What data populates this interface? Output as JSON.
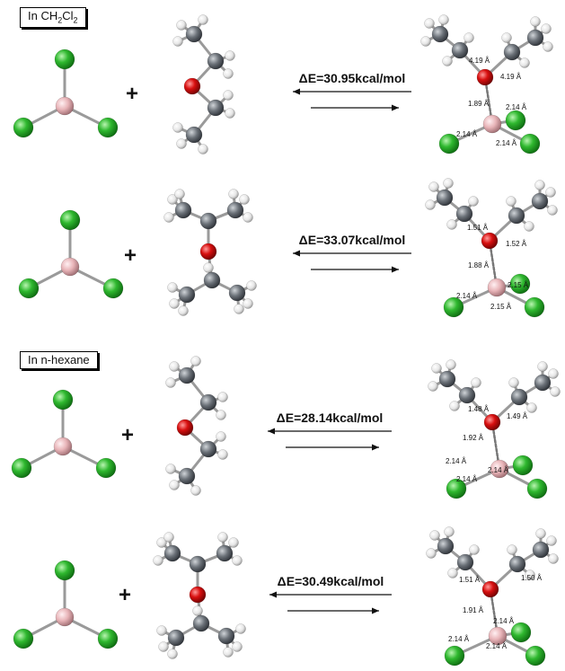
{
  "solvent_labels": {
    "ch2cl2_prefix": "In CH",
    "ch2cl2_sub1": "2",
    "ch2cl2_mid": "Cl",
    "ch2cl2_sub2": "2",
    "hexane": "In n-hexane"
  },
  "plus_sign": "+",
  "reactions": [
    {
      "energy": "ΔE=30.95kcal/mol",
      "distances": [
        "4.19 Å",
        "4.19 Å",
        "1.89 Å",
        "2.14 Å",
        "2.14 Å",
        "2.14 Å"
      ]
    },
    {
      "energy": "ΔE=33.07kcal/mol",
      "distances": [
        "1.51 Å",
        "1.52 Å",
        "1.88 Å",
        "2.15 Å",
        "2.14 Å",
        "2.15 Å"
      ]
    },
    {
      "energy": "ΔE=28.14kcal/mol",
      "distances": [
        "1.48 Å",
        "1.49 Å",
        "1.92 Å",
        "2.14 Å",
        "2.14 Å",
        "2.14 Å"
      ]
    },
    {
      "energy": "ΔE=30.49kcal/mol",
      "distances": [
        "1.51 Å",
        "1.50 Å",
        "1.91 Å",
        "2.14 Å",
        "2.14 Å",
        "2.14 Å"
      ]
    }
  ],
  "colors": {
    "chlorine": "#2fb82f",
    "boron": "#e8b4b8",
    "oxygen": "#d81010",
    "carbon": "#6b7178",
    "hydrogen": "#e6e6e6"
  }
}
